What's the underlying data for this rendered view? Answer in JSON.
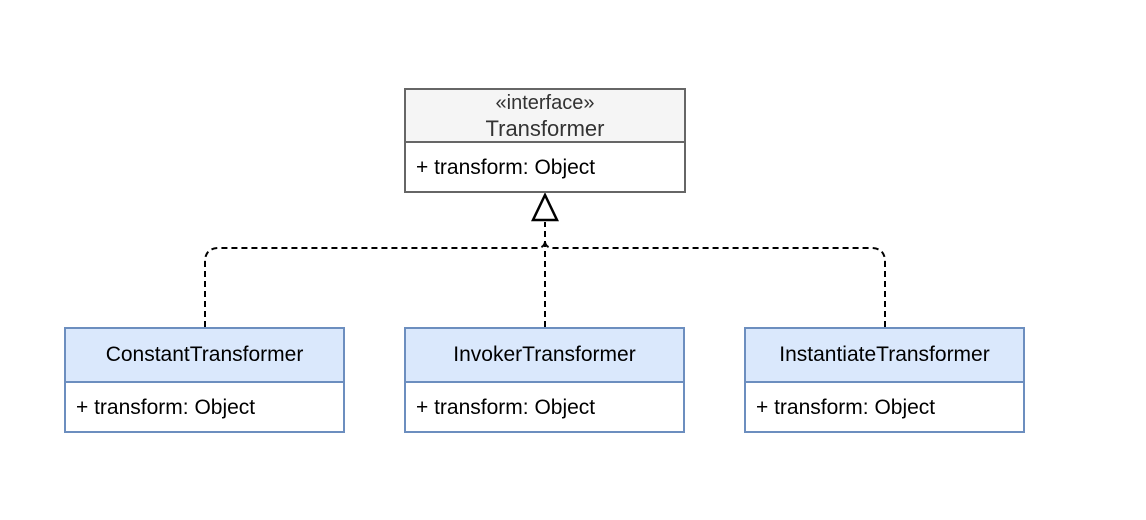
{
  "interface": {
    "stereotype": "«interface»",
    "name": "Transformer",
    "members": [
      "+ transform: Object"
    ]
  },
  "implementations": [
    {
      "name": "ConstantTransformer",
      "members": [
        "+ transform: Object"
      ]
    },
    {
      "name": "InvokerTransformer",
      "members": [
        "+ transform: Object"
      ]
    },
    {
      "name": "InstantiateTransformer",
      "members": [
        "+ transform: Object"
      ]
    }
  ],
  "relationship": "realization",
  "colors": {
    "interface_header_fill": "#f5f5f5",
    "interface_border": "#666666",
    "impl_header_fill": "#dae8fc",
    "impl_border": "#6c8ebf",
    "connector": "#000000"
  }
}
